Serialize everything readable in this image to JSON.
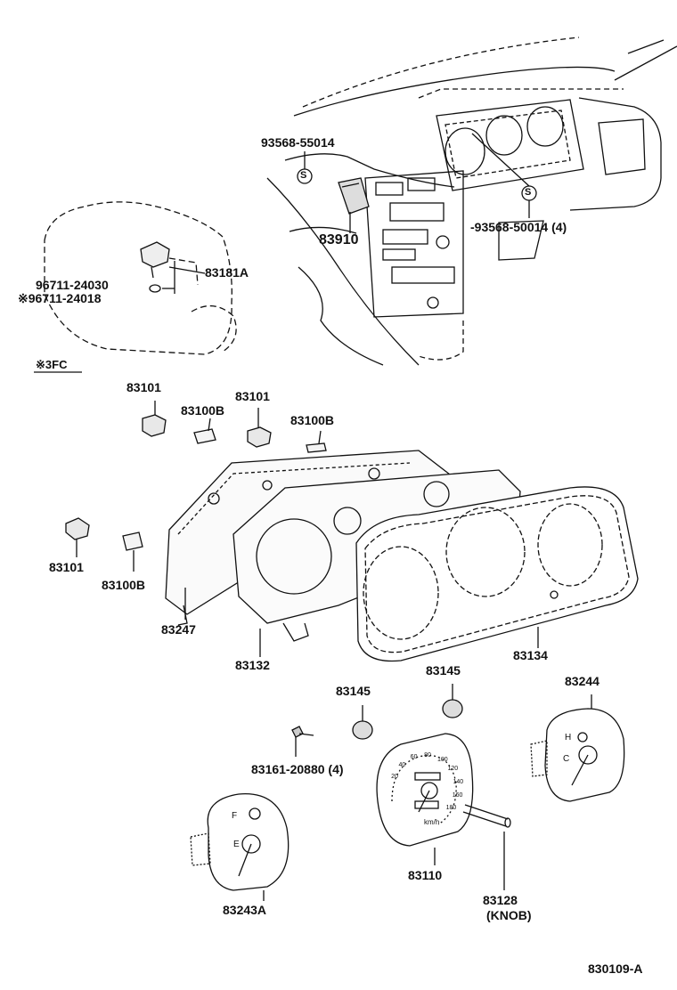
{
  "diagram": {
    "drawing_number": "830109-A",
    "note_3fc": "※3FC",
    "labels": {
      "p93568_55014": "93568-55014",
      "p83910": "83910",
      "p93568_50014": "-93568-50014 (4)",
      "p96711_24030": "96711-24030",
      "p96711_24018": "※96711-24018",
      "p83181A": "83181A",
      "p83101_a": "83101",
      "p83100B_a": "83100B",
      "p83101_b": "83101",
      "p83100B_b": "83100B",
      "p83101_c": "83101",
      "p83100B_c": "83100B",
      "p83247": "83247",
      "p83132": "83132",
      "p83134": "83134",
      "p83145_a": "83145",
      "p83145_b": "83145",
      "p83244": "83244",
      "p83161": "83161-20880 (4)",
      "p83243A": "83243A",
      "p83110": "83110",
      "p83128": "83128",
      "p_knob": "(KNOB)"
    },
    "s_symbol": "S",
    "gauge_marks": {
      "fuel_f": "F",
      "fuel_e": "E",
      "temp_h": "H",
      "temp_c": "C",
      "kmh": "km/h",
      "speed_ticks": [
        "20",
        "40",
        "60",
        "80",
        "100",
        "120",
        "140",
        "160",
        "180"
      ]
    }
  }
}
